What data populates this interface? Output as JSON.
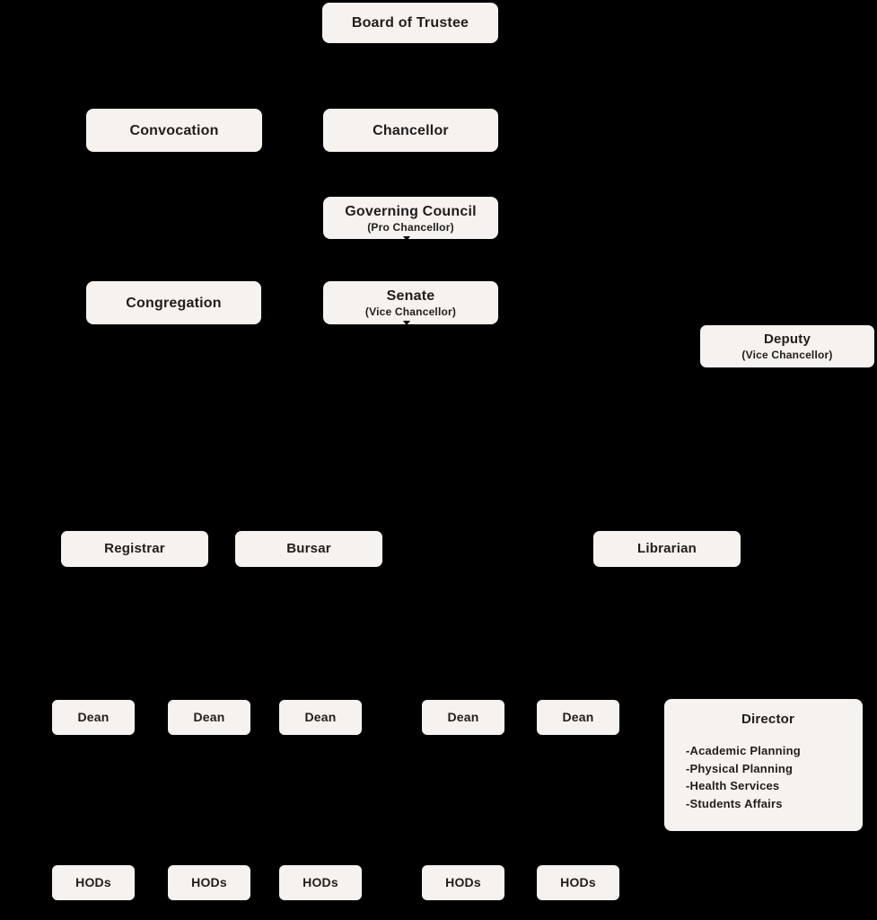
{
  "colors": {
    "background": "#000000",
    "box_fill": "#F6F2EF",
    "box_text": "#201D1B"
  },
  "nodes": {
    "board_of_trustee": {
      "label": "Board of Trustee"
    },
    "convocation": {
      "label": "Convocation"
    },
    "chancellor": {
      "label": "Chancellor"
    },
    "governing_council": {
      "label": "Governing Council",
      "sublabel": "(Pro Chancellor)"
    },
    "congregation": {
      "label": "Congregation"
    },
    "senate": {
      "label": "Senate",
      "sublabel": "(Vice Chancellor)"
    },
    "deputy": {
      "label": "Deputy",
      "sublabel": "(Vice Chancellor)"
    },
    "registrar": {
      "label": "Registrar"
    },
    "bursar": {
      "label": "Bursar"
    },
    "librarian": {
      "label": "Librarian"
    },
    "deans": [
      "Dean",
      "Dean",
      "Dean",
      "Dean",
      "Dean"
    ],
    "director": {
      "label": "Director",
      "items": [
        "-Academic Planning",
        "-Physical Planning",
        "-Health Services",
        "-Students Affairs"
      ]
    },
    "hods": [
      "HODs",
      "HODs",
      "HODs",
      "HODs",
      "HODs"
    ]
  }
}
